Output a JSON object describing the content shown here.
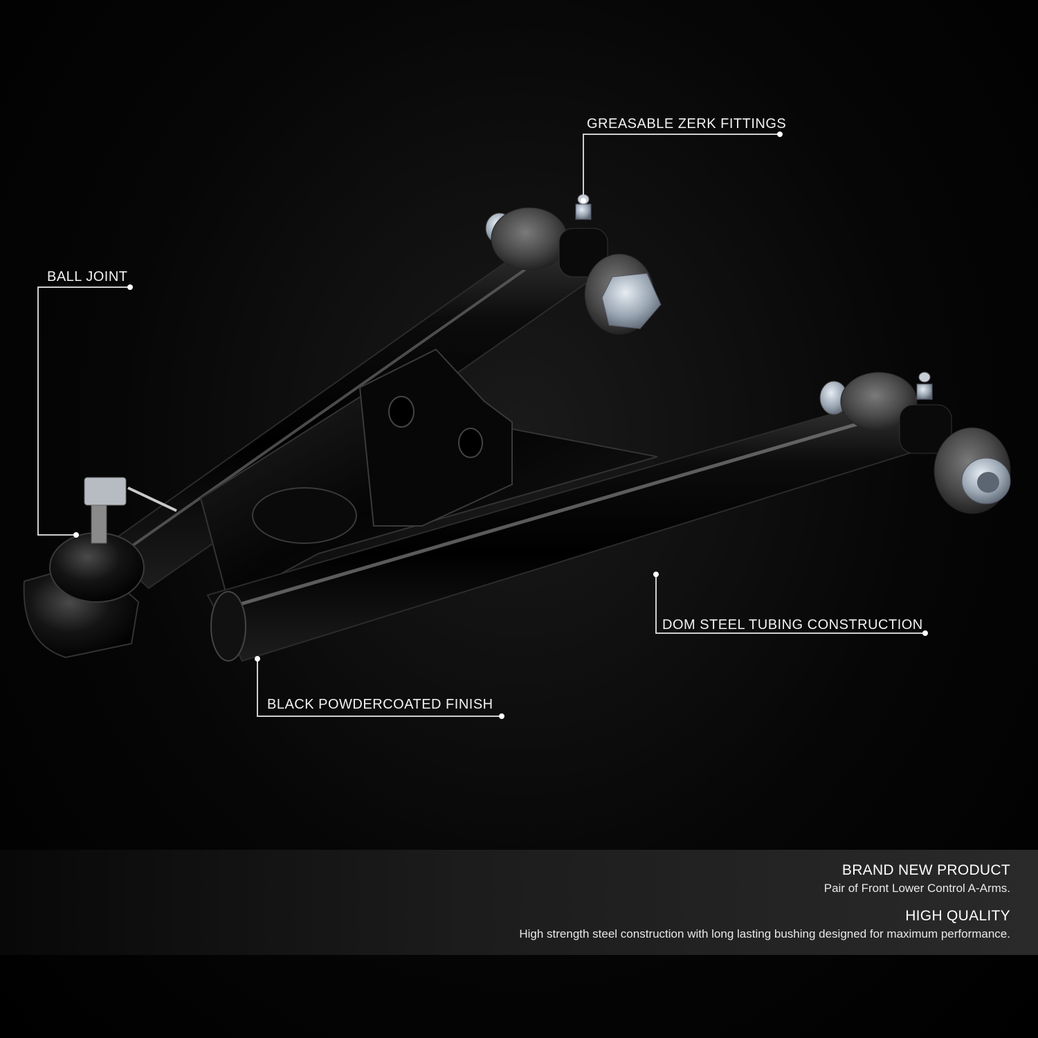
{
  "callouts": {
    "zerk": "GREASABLE ZERK FITTINGS",
    "ball_joint": "BALL JOINT",
    "tubing": "DOM STEEL TUBING CONSTRUCTION",
    "finish": "BLACK POWDERCOATED FINISH"
  },
  "banner": {
    "feature1_title": "BRAND NEW PRODUCT",
    "feature1_text": "Pair of Front Lower Control A-Arms.",
    "feature2_title": "HIGH QUALITY",
    "feature2_text": "High strength steel construction with long lasting bushing designed for maximum performance."
  },
  "colors": {
    "background": "#000000",
    "callout_line": "#cfcfcf",
    "banner_text": "#ffffff"
  }
}
